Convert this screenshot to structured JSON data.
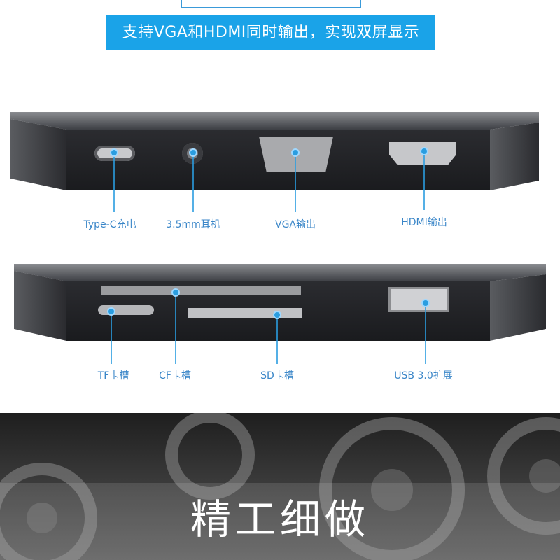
{
  "banner": {
    "text": "支持VGA和HDMI同时输出，实现双屏显示"
  },
  "top_ports": [
    {
      "key": "typec",
      "label": "Type-C充电"
    },
    {
      "key": "audio",
      "label": "3.5mm耳机"
    },
    {
      "key": "vga",
      "label": "VGA输出"
    },
    {
      "key": "hdmi",
      "label": "HDMI输出"
    }
  ],
  "bottom_ports": [
    {
      "key": "tf",
      "label": "TF卡槽"
    },
    {
      "key": "cf",
      "label": "CF卡槽"
    },
    {
      "key": "sd",
      "label": "SD卡槽"
    },
    {
      "key": "usb",
      "label": "USB 3.0扩展"
    }
  ],
  "footer": {
    "title": "精工细做"
  },
  "colors": {
    "accent": "#1aa3e8",
    "label": "#3a86c8",
    "leader": "#2a9de0"
  }
}
